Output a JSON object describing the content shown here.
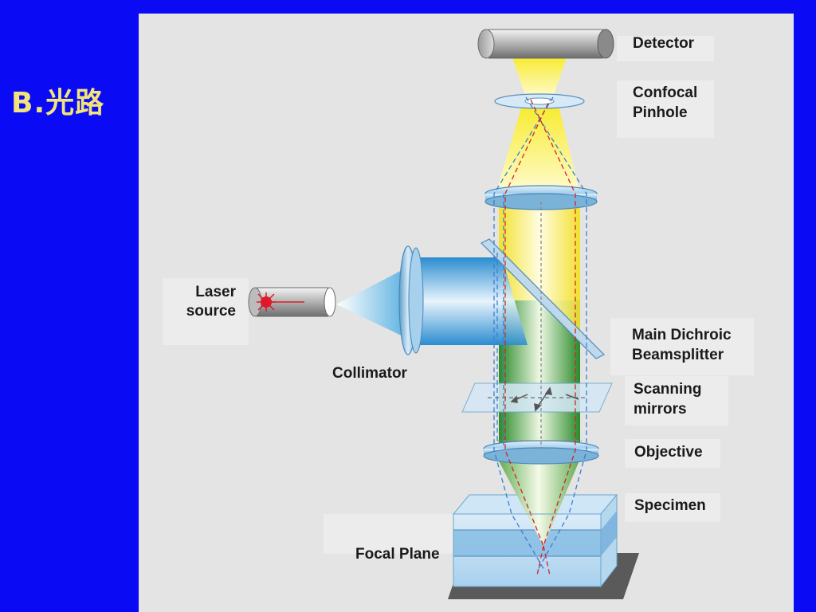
{
  "slide": {
    "title": "B.光路"
  },
  "diagram": {
    "labels": {
      "detector": "Detector",
      "pinhole_line1": "Confocal",
      "pinhole_line2": "Pinhole",
      "laser_line1": "Laser",
      "laser_line2": "source",
      "collimator": "Collimator",
      "dichroic_line1": "Main Dichroic",
      "dichroic_line2": "Beamsplitter",
      "scanning_line1": "Scanning",
      "scanning_line2": "mirrors",
      "objective": "Objective",
      "specimen": "Specimen",
      "focal_plane": "Focal Plane"
    },
    "colors": {
      "slide_background": "#0a0af5",
      "title": "#f2e47a",
      "panel": "#e4e4e4",
      "emission_beam": "#f7f050",
      "excitation_beam": "#2f8f2f",
      "collimated_beam": "#3aa0d8",
      "laser_point": "#e0182a",
      "ray_red": "#d8202a",
      "ray_blue": "#3a7fd0"
    }
  }
}
